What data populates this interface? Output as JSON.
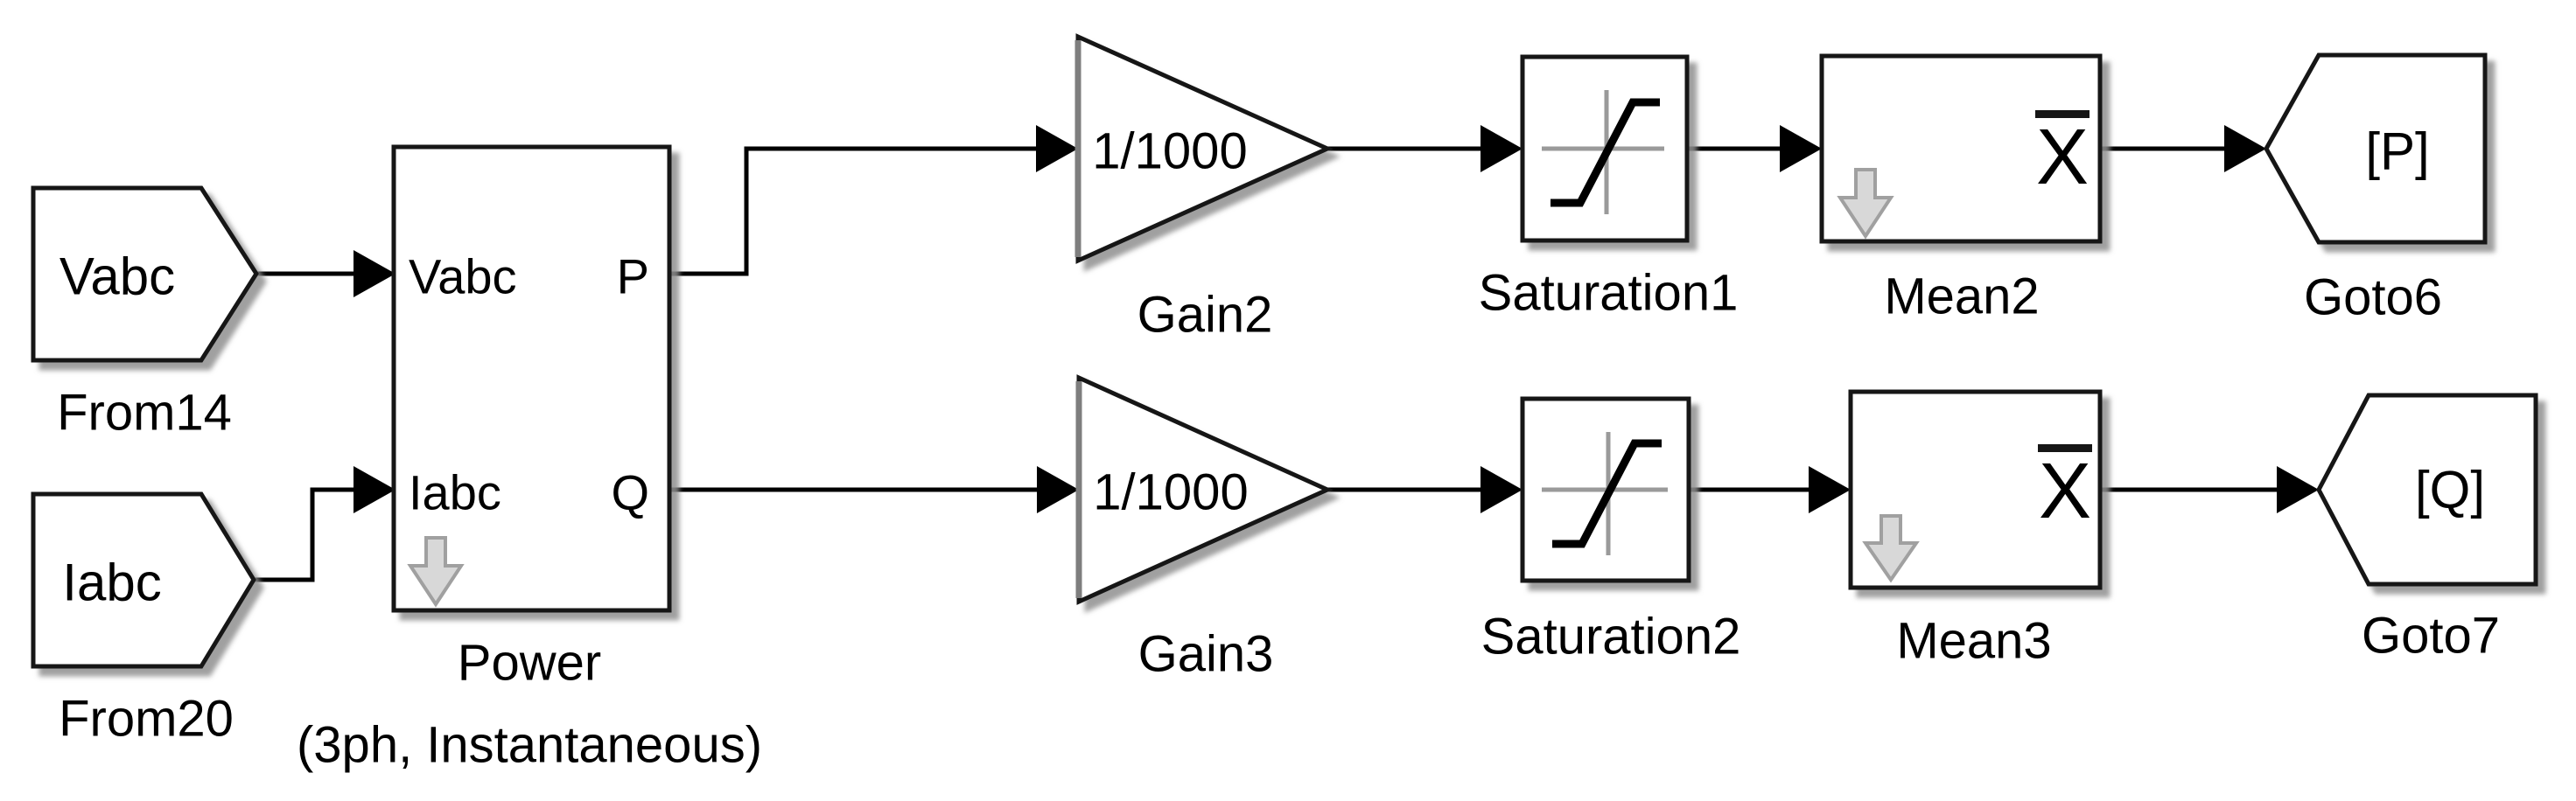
{
  "colors": {
    "background": "#ffffff",
    "wire": "#000000",
    "block_border": "#161616",
    "block_fill": "#ffffff",
    "block_shadow": "#8f8f8f",
    "icon_axis_gray": "#9a9a9a",
    "badge_arrow_fill": "#d8d8d8",
    "badge_arrow_border": "#a0a0a0"
  },
  "blocks": {
    "from14": {
      "signal_tag": "Vabc",
      "name": "From14"
    },
    "from20": {
      "signal_tag": "Iabc",
      "name": "From20"
    },
    "power": {
      "name_line1": "Power",
      "name_line2": "(3ph, Instantaneous)",
      "in1": "Vabc",
      "in2": "Iabc",
      "out1": "P",
      "out2": "Q"
    },
    "gain2": {
      "gain_value": "1/1000",
      "name": "Gain2"
    },
    "gain3": {
      "gain_value": "1/1000",
      "name": "Gain3"
    },
    "saturation1": {
      "name": "Saturation1"
    },
    "saturation2": {
      "name": "Saturation2"
    },
    "mean2": {
      "mean_symbol": "X",
      "name": "Mean2"
    },
    "mean3": {
      "mean_symbol": "X",
      "name": "Mean3"
    },
    "goto6": {
      "goto_tag": "[P]",
      "name": "Goto6"
    },
    "goto7": {
      "goto_tag": "[Q]",
      "name": "Goto7"
    }
  }
}
